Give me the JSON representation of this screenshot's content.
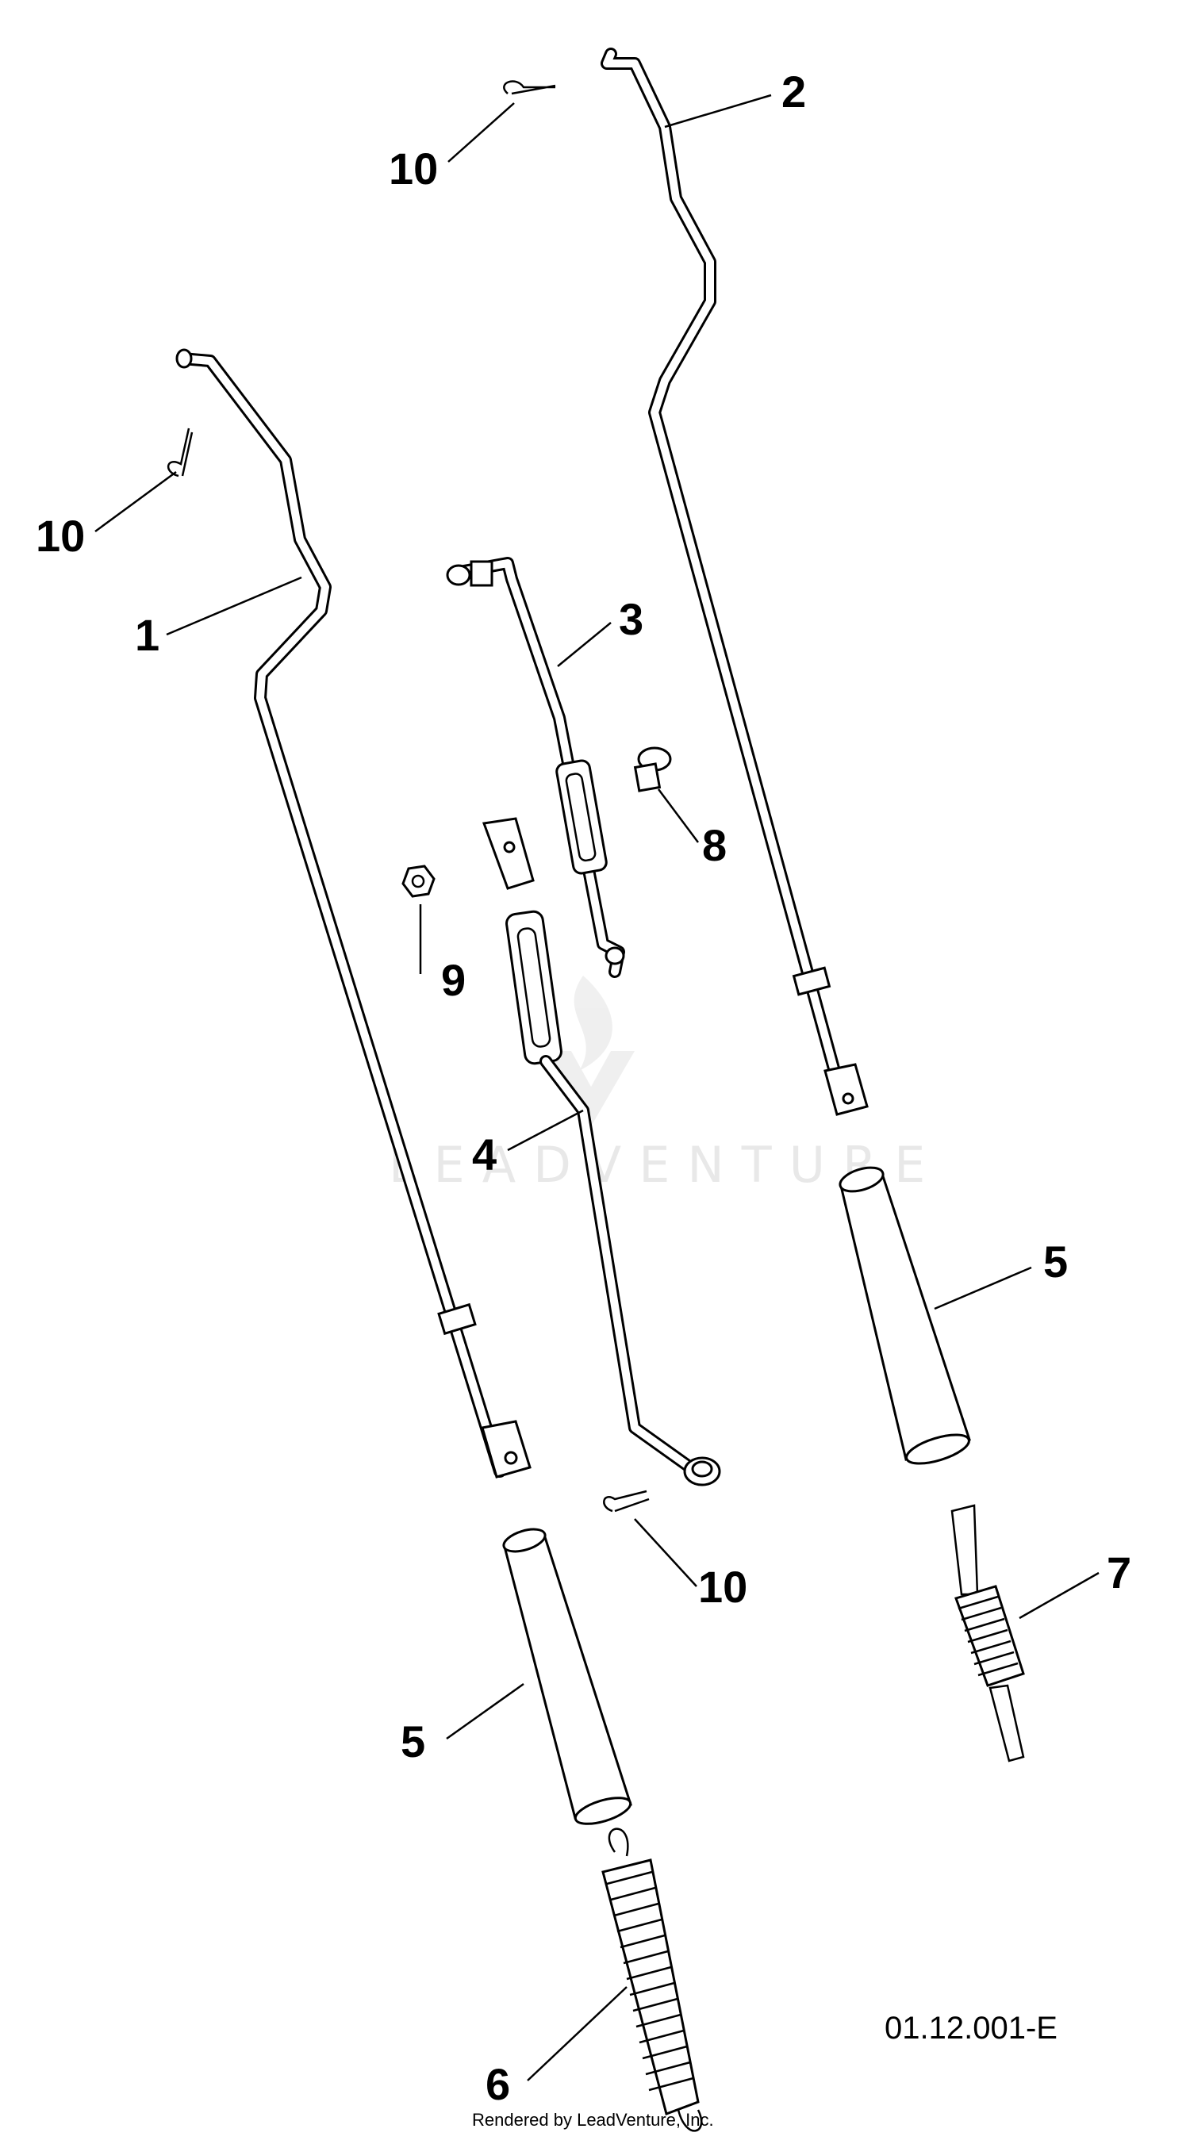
{
  "callouts": [
    "1",
    "2",
    "3",
    "4",
    "5",
    "5",
    "6",
    "7",
    "8",
    "9",
    "10",
    "10",
    "10"
  ],
  "diagram_code": "01.12.001-E",
  "credit": "Rendered by LeadVenture, Inc.",
  "watermark": "LEADVENTURE"
}
